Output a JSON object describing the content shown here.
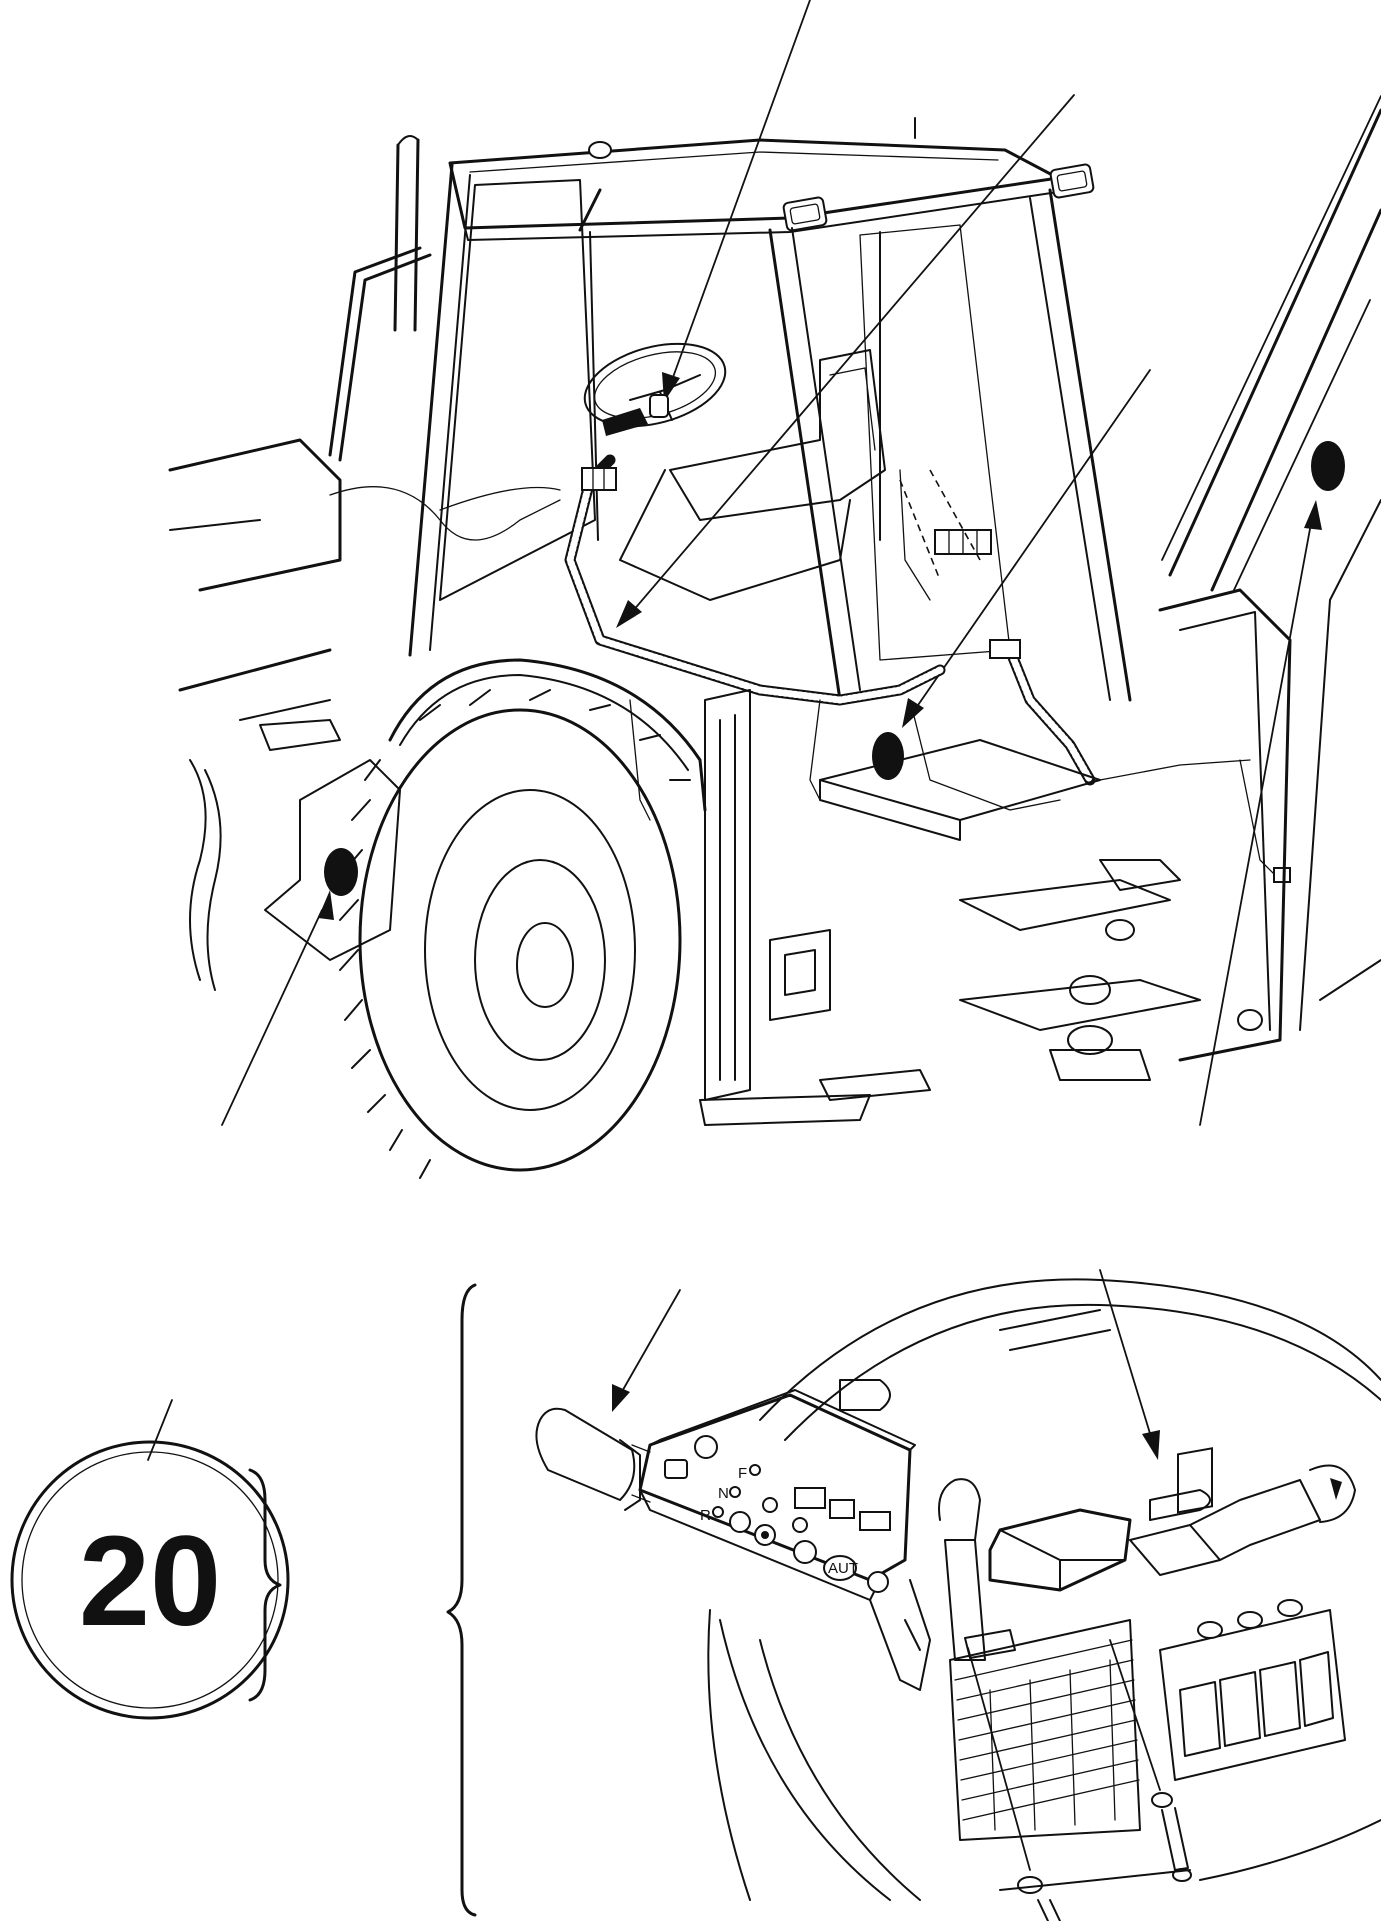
{
  "reference": {
    "number": "20"
  },
  "panel_labels": {
    "forward": "F",
    "neutral": "N",
    "reverse": "R",
    "auto": "AUT"
  }
}
